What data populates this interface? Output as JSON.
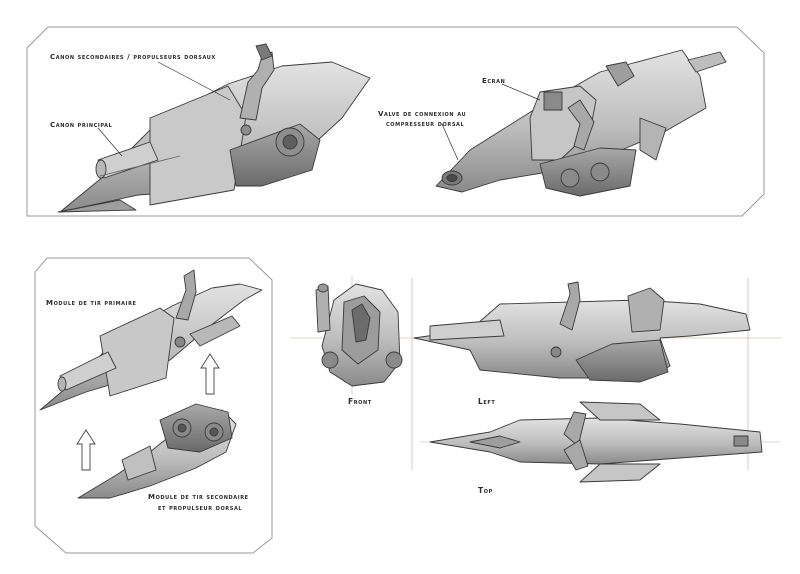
{
  "labels": {
    "canon_secondaire": "Canon secondaires / propulseurs dorsaux",
    "canon_principal": "Canon principal",
    "ecran": "Ecran",
    "valve_line1": "Valve de connexion au",
    "valve_line2": "compresseur dorsal",
    "module_primaire": "Module de tir primaire",
    "module_secondaire_line1": "Module de tir secondaire",
    "module_secondaire_line2": "et propulseur dorsal",
    "front": "Front",
    "left": "Left",
    "top": "Top"
  },
  "colors": {
    "frame": "#9a9a9a",
    "metal_light": "#d4d4d4",
    "metal_mid": "#b4b4b4",
    "metal_dark": "#7c7c7c",
    "ink": "#3a3a3a",
    "guide": "#c9a8a0"
  }
}
